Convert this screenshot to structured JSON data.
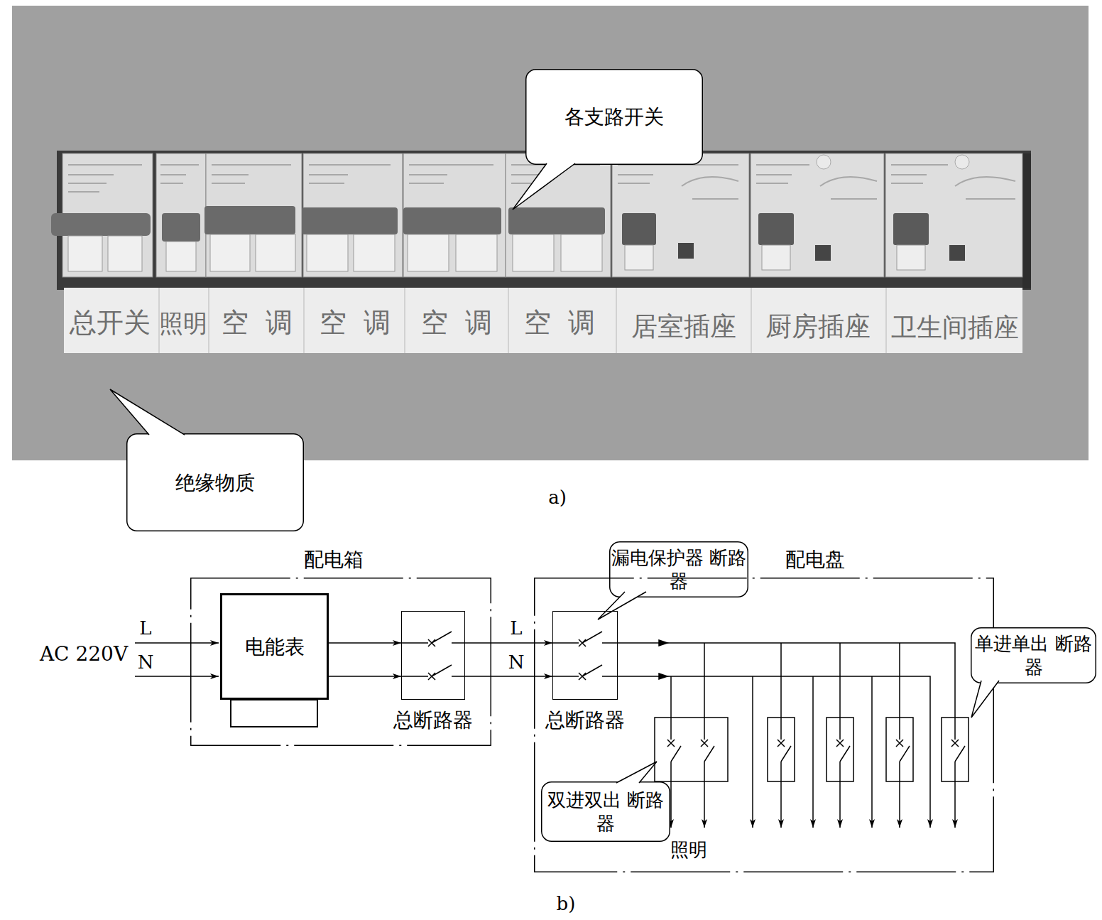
{
  "diagram": {
    "nodes": [
      {
        "text": [
          "各支路开关"
        ]
      },
      {
        "text": [
          "绝缘物质"
        ]
      },
      {
        "text": [
          "配电箱"
        ]
      },
      {
        "text": [
          "电能表"
        ],
        "in": 2
      },
      {
        "text": [
          "总断路器"
        ],
        "in": 2
      },
      {
        "text": [
          "漏电保护器 断路器"
        ]
      },
      {
        "text": [
          "配电盘"
        ]
      },
      {
        "text": [
          "总断路器"
        ],
        "in": 6
      },
      {
        "text": [
          "单进单出 断路器"
        ]
      },
      {
        "text": [
          "双进双出 断路器"
        ],
        "in": 6
      }
    ],
    "edges": [
      {
        "from": 3,
        "to": 4,
        "arrow": "to"
      },
      {
        "from": 3,
        "to": 4,
        "arrow": "to"
      },
      {
        "from": 4,
        "to": 7,
        "arrow": "to"
      },
      {
        "from": 4,
        "to": 7,
        "arrow": "to"
      }
    ],
    "labels": [
      "总开关",
      "照明",
      "空调",
      "空调",
      "空调",
      "空调",
      "居室插座",
      "厨房插座",
      "卫生间插座",
      "a)",
      "AC 220V",
      "L",
      "N",
      "L",
      "N",
      "照明",
      "b)"
    ]
  }
}
